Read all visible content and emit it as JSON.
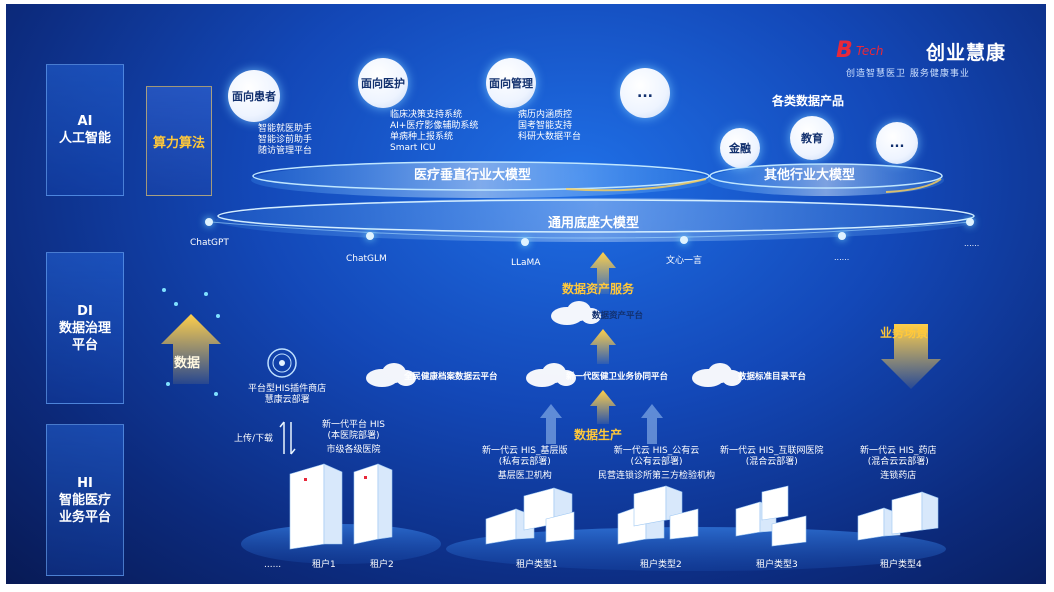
{
  "brand": {
    "logo_text": "Tech",
    "name": "创业慧康",
    "slogan": "创造智慧医卫 服务健康事业"
  },
  "left_layers": [
    {
      "code": "AI",
      "name": "人工智能"
    },
    {
      "code": "DI",
      "name": "数据治理\n平台"
    },
    {
      "code": "HI",
      "name": "智能医疗\n业务平台"
    }
  ],
  "algo_label": "算力算法",
  "bubbles": {
    "patient": "面向患者",
    "medical": "面向医护",
    "management": "面向管理",
    "more1": "...",
    "finance": "金融",
    "education": "教育",
    "more2": "..."
  },
  "patient_items": [
    "智能就医助手",
    "智能诊前助手",
    "随访管理平台"
  ],
  "medical_items": [
    "临床决策支持系统",
    "AI+医疗影像辅助系统",
    "单病种上报系统",
    "Smart ICU"
  ],
  "management_items": [
    "病历内涵质控",
    "国考智能支持",
    "科研大数据平台"
  ],
  "data_products": "各类数据产品",
  "medical_model": "医疗垂直行业大模型",
  "other_model": "其他行业大模型",
  "base_model": "通用底座大模型",
  "base_models": [
    "ChatGPT",
    "ChatGLM",
    "LLaMA",
    "文心一言",
    "......",
    "......"
  ],
  "data_asset_service": "数据资产服务",
  "data_asset_platform": "数据资产平台",
  "clouds": {
    "health_archive": "全民健康档案数据云平台",
    "collab": "新一代医健卫业务协同平台",
    "standard": "数据标准目录平台"
  },
  "data_arrow": "数据",
  "business_scene": "业务场景",
  "data_production": "数据生产",
  "plugin_store": {
    "line1": "平台型HIS插件商店",
    "line2": "慧康云部署"
  },
  "upload_download": "上传/下载",
  "his_local": {
    "line1": "新一代平台 HIS",
    "line2": "(本医院部署)",
    "line3": "市级各级医院"
  },
  "his_basic": {
    "line1": "新一代云 HIS_基层版",
    "line2": "(私有云部署)",
    "line3": "基层医卫机构"
  },
  "his_public": {
    "line1": "新一代云 HIS_公有云",
    "line2": "(公有云部署)",
    "line3": "民营连锁诊所第三方检验机构"
  },
  "his_internet": {
    "line1": "新一代云 HIS_互联网医院",
    "line2": "(混合云部署)"
  },
  "his_pharmacy": {
    "line1": "新一代云 HIS_药店",
    "line2": "(混合云云部署)",
    "line3": "连锁药店"
  },
  "tenants": {
    "ellipsis": "......",
    "t1": "租户1",
    "t2": "租户2",
    "type1": "租户类型1",
    "type2": "租户类型2",
    "type3": "租户类型3",
    "type4": "租户类型4"
  }
}
